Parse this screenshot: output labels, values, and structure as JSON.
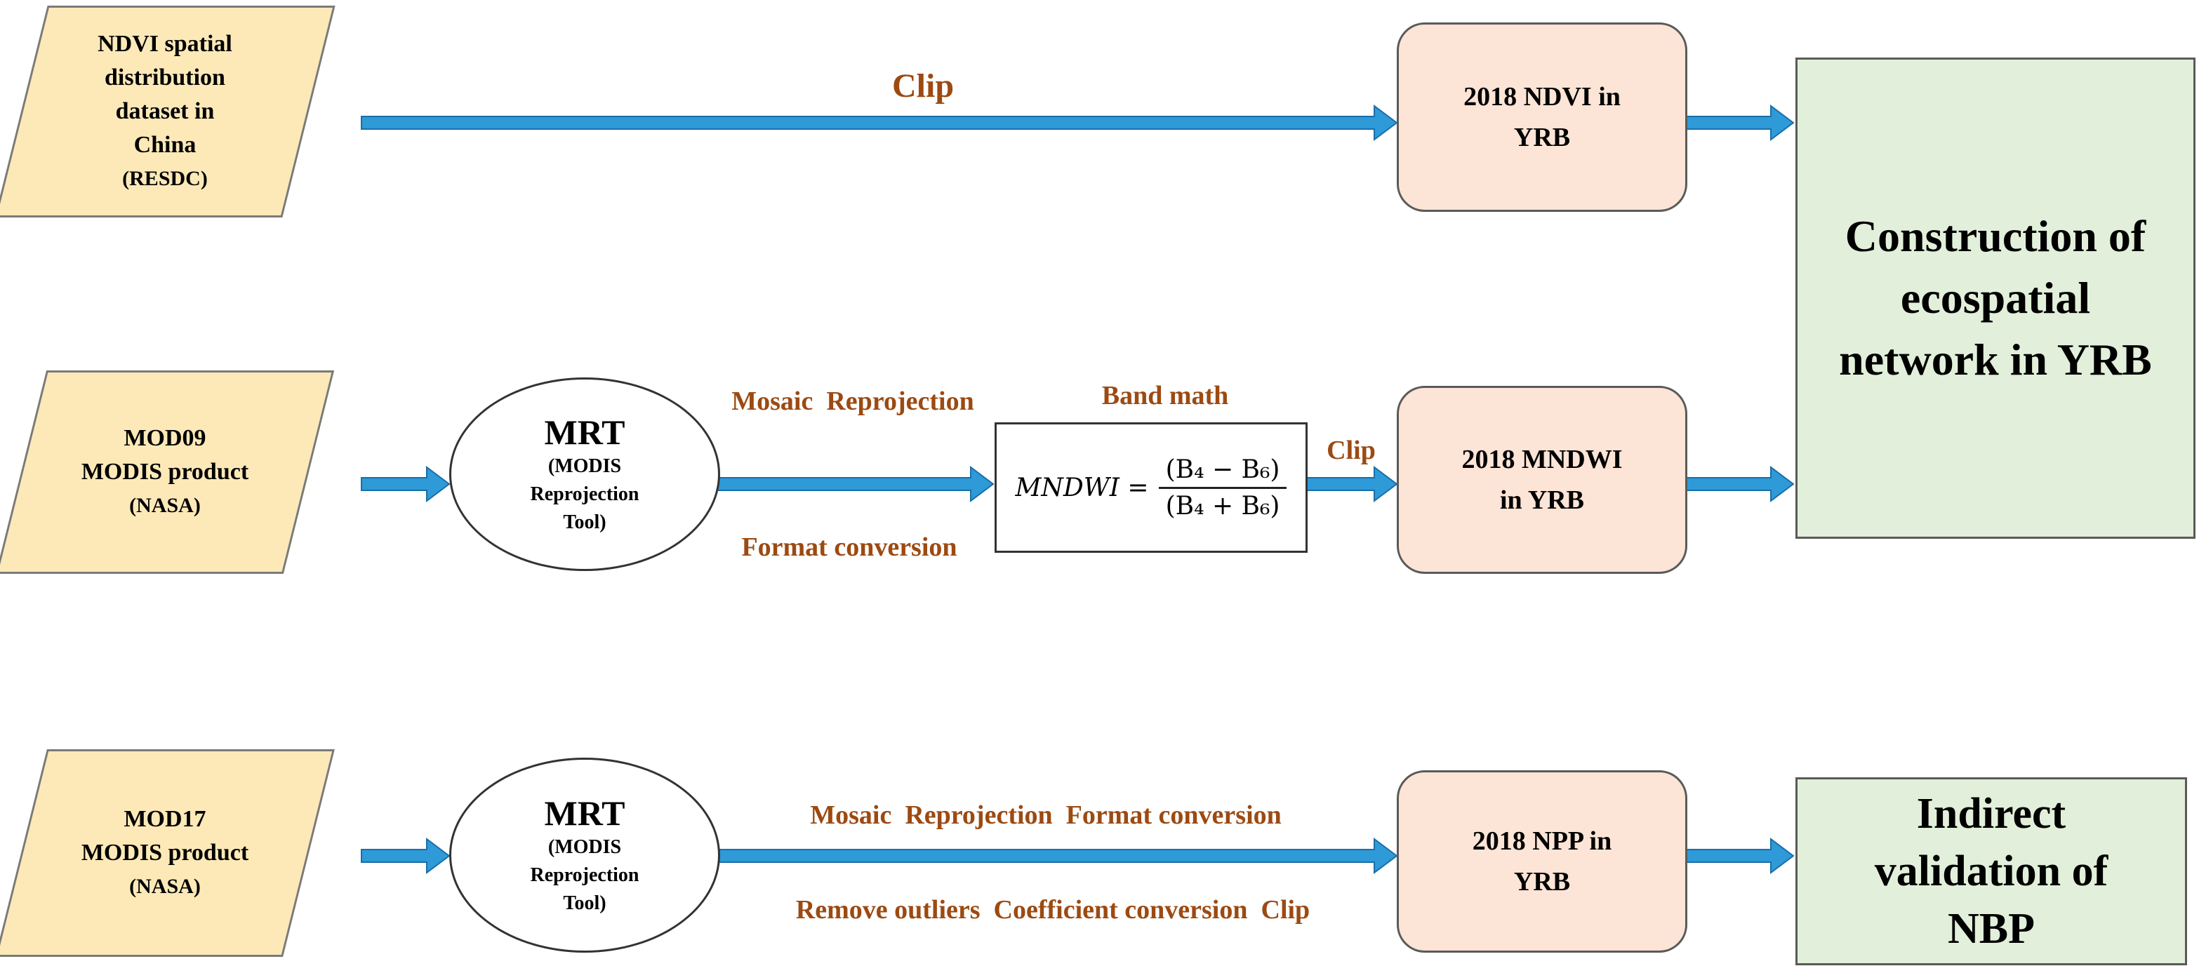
{
  "colors": {
    "arrow_fill": "#2e9ad8",
    "arrow_edge": "#1b6ea8",
    "label_brown": "#9c4a12",
    "source_fill": "#fde9b8",
    "product_fill": "#fce4d6",
    "output_fill": "#e2efda"
  },
  "sources": {
    "ndvi": {
      "line1": "NDVI spatial",
      "line2": "distribution",
      "line3": "dataset in",
      "line4": "China",
      "line5": "(RESDC)"
    },
    "mod09": {
      "line1": "MOD09",
      "line2": "MODIS product",
      "line3": "(NASA)"
    },
    "mod17": {
      "line1": "MOD17",
      "line2": "MODIS product",
      "line3": "(NASA)"
    }
  },
  "tools": {
    "mrt_title": "MRT",
    "mrt_line1": "(MODIS",
    "mrt_line2": "Reprojection",
    "mrt_line3": "Tool)"
  },
  "labels": {
    "clip_top": "Clip",
    "mosaic_reprojection": "Mosaic  Reprojection",
    "format_conversion": "Format conversion",
    "band_math": "Band math",
    "clip_mid": "Clip",
    "bottom_top": "Mosaic  Reprojection  Format conversion",
    "bottom_bottom": "Remove outliers  Coefficient conversion  Clip"
  },
  "equation": {
    "lhs": "MNDWI =",
    "numerator": "(B₄ − B₆)",
    "denominator": "(B₄ + B₆)"
  },
  "products": {
    "ndvi": {
      "line1": "2018 NDVI in",
      "line2": "YRB"
    },
    "mndwi": {
      "line1": "2018 MNDWI",
      "line2": "in YRB"
    },
    "npp": {
      "line1": "2018 NPP in",
      "line2": "YRB"
    }
  },
  "outputs": {
    "network": {
      "line1": "Construction of",
      "line2": "ecospatial",
      "line3": "network in YRB"
    },
    "nbp": {
      "line1": "Indirect",
      "line2": "validation of",
      "line3": "NBP"
    }
  }
}
